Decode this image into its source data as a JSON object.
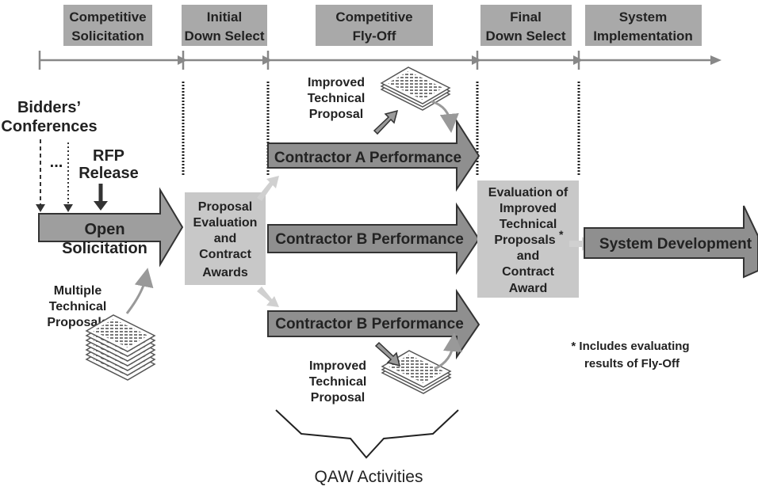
{
  "phases": [
    {
      "line1": "Competitive",
      "line2": "Solicitation"
    },
    {
      "line1": "Initial",
      "line2": "Down Select"
    },
    {
      "line1": "Competitive",
      "line2": "Fly-Off"
    },
    {
      "line1": "Final",
      "line2": "Down Select"
    },
    {
      "line1": "System",
      "line2": "Implementation"
    }
  ],
  "inputs": {
    "bidders_line1": "Bidders’",
    "bidders_line2": "Conferences",
    "ellipsis": "...",
    "rfp_line1": "RFP",
    "rfp_line2": "Release"
  },
  "open_solicitation": {
    "line1": "Open",
    "line2": "Solicitation"
  },
  "multiple_proposals": {
    "line1": "Multiple",
    "line2": "Technical",
    "line3": "Proposals"
  },
  "proposal_eval": {
    "line1": "Proposal",
    "line2": "Evaluation",
    "line3": "and",
    "line4": "Contract",
    "line5": "Awards"
  },
  "improved_top": {
    "line1": "Improved",
    "line2": "Technical",
    "line3": "Proposal"
  },
  "improved_bottom": {
    "line1": "Improved",
    "line2": "Technical",
    "line3": "Proposal"
  },
  "contractors": [
    {
      "label": "Contractor A Performance"
    },
    {
      "label": "Contractor B Performance"
    },
    {
      "label": "Contractor B Performance"
    }
  ],
  "final_eval": {
    "line1": "Evaluation of",
    "line2": "Improved",
    "line3": "Technical",
    "line4": "Proposals",
    "asterisk": "*",
    "line5": "and",
    "line6": "Contract",
    "line7": "Award"
  },
  "system_dev": {
    "label": "System Development"
  },
  "footnote": {
    "line1": "* Includes evaluating",
    "line2": "results of Fly-Off"
  },
  "qaw": {
    "label": "QAW Activities"
  },
  "colors": {
    "phase_box": "#a9a9a9",
    "arrow_dark": "#8f8f8f",
    "arrow_open": "#9e9e9e",
    "light_box": "#c8c8c8",
    "light_arrow": "#cfcfcf"
  }
}
